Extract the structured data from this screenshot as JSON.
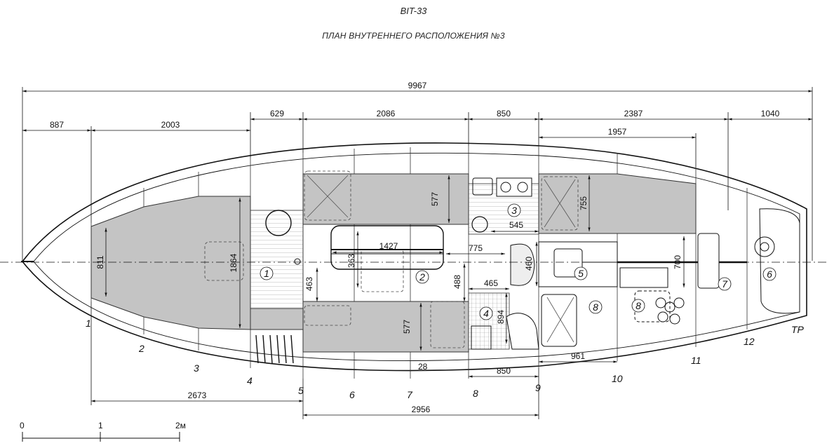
{
  "title": "BIT-33",
  "subtitle": "ПЛАН ВНУТРЕННЕГО РАСПОЛОЖЕНИЯ №3",
  "overall_length": "9967",
  "stations": [
    "887",
    "2003",
    "629",
    "2086",
    "850",
    "2387",
    "1040",
    "1957"
  ],
  "dims": {
    "d1864": "1864",
    "d811": "811",
    "d577a": "577",
    "d577b": "577",
    "d755": "755",
    "d545": "545",
    "d1427": "1427",
    "d775": "775",
    "d460": "460",
    "d700": "700",
    "d463": "463",
    "d363": "363",
    "d488": "488",
    "d465": "465",
    "d894": "894",
    "d961": "961",
    "d850b": "850",
    "d2673": "2673",
    "d2956": "2956",
    "d28": "28"
  },
  "frames": [
    "1",
    "2",
    "3",
    "4",
    "5",
    "6",
    "7",
    "8",
    "9",
    "10",
    "11",
    "12",
    "TP"
  ],
  "zones": [
    "1",
    "2",
    "3",
    "4",
    "5",
    "6",
    "7",
    "8",
    "8"
  ],
  "scale": {
    "s0": "0",
    "s1": "1",
    "s2": "2м"
  }
}
